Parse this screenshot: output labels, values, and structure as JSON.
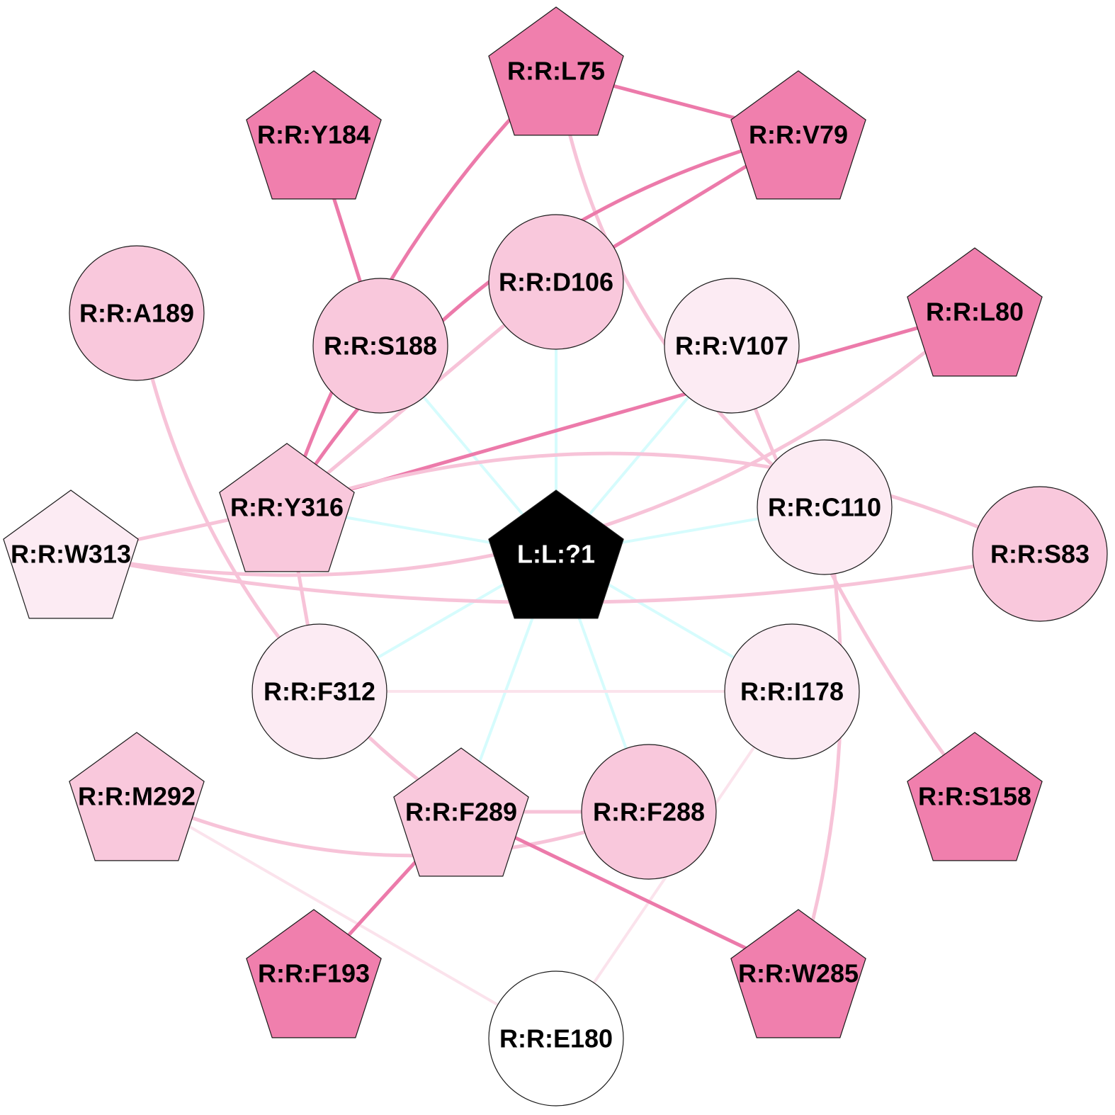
{
  "colors": {
    "background": "#ffffff",
    "ligand_fill": "#000000",
    "ligand_text": "#ffffff",
    "residue_text": "#000000",
    "outline": "#1a1a1a",
    "fill_strong": "#f07fad",
    "fill_medium": "#f9c8dc",
    "fill_light": "#fcebf3",
    "fill_white": "#ffffff",
    "edge_strong": "#ec7aaa",
    "edge_medium": "#f7c3d8",
    "edge_light": "#fbe3ec",
    "edge_ligand": "#d6fcfd"
  },
  "nodes": [
    {
      "id": "L75",
      "label": "R:R:L75",
      "shape": "pentagon",
      "shade": "strong"
    },
    {
      "id": "Y184",
      "label": "R:R:Y184",
      "shape": "pentagon",
      "shade": "strong"
    },
    {
      "id": "V79",
      "label": "R:R:V79",
      "shape": "pentagon",
      "shade": "strong"
    },
    {
      "id": "D106",
      "label": "R:R:D106",
      "shape": "circle",
      "shade": "medium"
    },
    {
      "id": "A189",
      "label": "R:R:A189",
      "shape": "circle",
      "shade": "medium"
    },
    {
      "id": "S188",
      "label": "R:R:S188",
      "shape": "circle",
      "shade": "medium"
    },
    {
      "id": "V107",
      "label": "R:R:V107",
      "shape": "circle",
      "shade": "light"
    },
    {
      "id": "L80",
      "label": "R:R:L80",
      "shape": "pentagon",
      "shade": "strong"
    },
    {
      "id": "Y316",
      "label": "R:R:Y316",
      "shape": "pentagon",
      "shade": "medium"
    },
    {
      "id": "C110",
      "label": "R:R:C110",
      "shape": "circle",
      "shade": "light"
    },
    {
      "id": "W313",
      "label": "R:R:W313",
      "shape": "pentagon",
      "shade": "light"
    },
    {
      "id": "LIG",
      "label": "L:L:?1",
      "shape": "pentagon",
      "shade": "ligand"
    },
    {
      "id": "S83",
      "label": "R:R:S83",
      "shape": "circle",
      "shade": "medium"
    },
    {
      "id": "F312",
      "label": "R:R:F312",
      "shape": "circle",
      "shade": "light"
    },
    {
      "id": "I178",
      "label": "R:R:I178",
      "shape": "circle",
      "shade": "light"
    },
    {
      "id": "M292",
      "label": "R:R:M292",
      "shape": "pentagon",
      "shade": "medium"
    },
    {
      "id": "F289",
      "label": "R:R:F289",
      "shape": "pentagon",
      "shade": "medium"
    },
    {
      "id": "F288",
      "label": "R:R:F288",
      "shape": "circle",
      "shade": "medium"
    },
    {
      "id": "S158",
      "label": "R:R:S158",
      "shape": "pentagon",
      "shade": "strong"
    },
    {
      "id": "F193",
      "label": "R:R:F193",
      "shape": "pentagon",
      "shade": "strong"
    },
    {
      "id": "W285",
      "label": "R:R:W285",
      "shape": "pentagon",
      "shade": "strong"
    },
    {
      "id": "E180",
      "label": "R:R:E180",
      "shape": "circle",
      "shade": "white"
    }
  ],
  "edges": [
    {
      "source": "LIG",
      "target": "D106",
      "shade": "ligand"
    },
    {
      "source": "LIG",
      "target": "S188",
      "shade": "ligand"
    },
    {
      "source": "LIG",
      "target": "V107",
      "shade": "ligand"
    },
    {
      "source": "LIG",
      "target": "Y316",
      "shade": "ligand"
    },
    {
      "source": "LIG",
      "target": "C110",
      "shade": "ligand"
    },
    {
      "source": "LIG",
      "target": "F312",
      "shade": "ligand"
    },
    {
      "source": "LIG",
      "target": "I178",
      "shade": "ligand"
    },
    {
      "source": "LIG",
      "target": "F289",
      "shade": "ligand"
    },
    {
      "source": "LIG",
      "target": "F288",
      "shade": "ligand"
    },
    {
      "source": "L75",
      "target": "V79",
      "shade": "strong"
    },
    {
      "source": "L75",
      "target": "Y316",
      "shade": "strong"
    },
    {
      "source": "L75",
      "target": "C110",
      "shade": "medium"
    },
    {
      "source": "V79",
      "target": "D106",
      "shade": "strong"
    },
    {
      "source": "V79",
      "target": "Y316",
      "shade": "strong"
    },
    {
      "source": "Y184",
      "target": "S188",
      "shade": "strong"
    },
    {
      "source": "D106",
      "target": "Y316",
      "shade": "medium"
    },
    {
      "source": "L80",
      "target": "W313",
      "shade": "medium"
    },
    {
      "source": "L80",
      "target": "Y316",
      "shade": "strong"
    },
    {
      "source": "A189",
      "target": "F289",
      "shade": "medium"
    },
    {
      "source": "Y316",
      "target": "F312",
      "shade": "medium"
    },
    {
      "source": "Y316",
      "target": "S83",
      "shade": "medium"
    },
    {
      "source": "W313",
      "target": "S83",
      "shade": "medium"
    },
    {
      "source": "W313",
      "target": "Y316",
      "shade": "medium"
    },
    {
      "source": "V107",
      "target": "S158",
      "shade": "medium"
    },
    {
      "source": "C110",
      "target": "W285",
      "shade": "medium"
    },
    {
      "source": "F312",
      "target": "I178",
      "shade": "light"
    },
    {
      "source": "I178",
      "target": "E180",
      "shade": "light"
    },
    {
      "source": "M292",
      "target": "F288",
      "shade": "medium"
    },
    {
      "source": "M292",
      "target": "E180",
      "shade": "light"
    },
    {
      "source": "F289",
      "target": "F288",
      "shade": "medium"
    },
    {
      "source": "F289",
      "target": "F193",
      "shade": "strong"
    },
    {
      "source": "F289",
      "target": "W285",
      "shade": "strong"
    }
  ]
}
